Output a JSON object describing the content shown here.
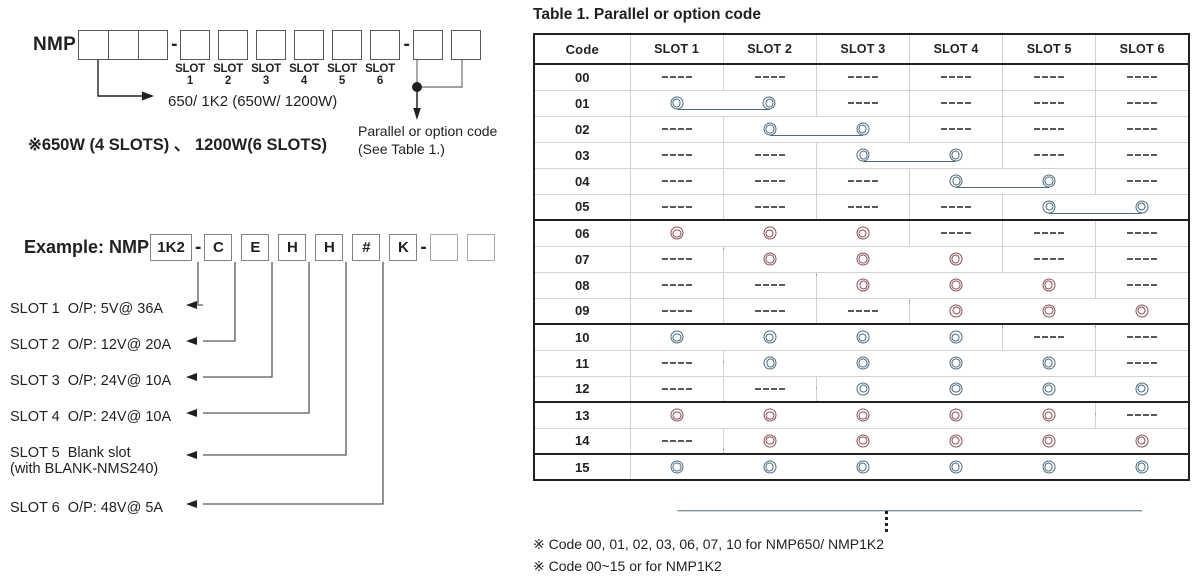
{
  "model_string": {
    "prefix": "NMP",
    "power_boxes": [
      "",
      "",
      ""
    ],
    "separator": "-",
    "slot_boxes": [
      "",
      "",
      "",
      "",
      "",
      ""
    ],
    "slot_labels": [
      "SLOT 1",
      "SLOT 2",
      "SLOT 3",
      "SLOT 4",
      "SLOT 5",
      "SLOT 6"
    ],
    "option_boxes": [
      "",
      ""
    ],
    "power_note": "650/ 1K2 (650W/ 1200W)",
    "option_note_line1": "Parallel or option code",
    "option_note_line2": "(See Table 1.)",
    "slots_note": "※650W (4 SLOTS) 、 1200W(6 SLOTS)"
  },
  "example": {
    "label": "Example: NMP",
    "power_code": "1K2",
    "separator1": "-",
    "slot_codes": [
      "C",
      "E",
      "H",
      "H",
      "#",
      "K"
    ],
    "separator2": "-",
    "option_codes": [
      "",
      ""
    ],
    "descriptions": [
      {
        "slot": "SLOT 1",
        "text": "O/P: 5V@ 36A",
        "sub": ""
      },
      {
        "slot": "SLOT 2",
        "text": "O/P: 12V@ 20A",
        "sub": ""
      },
      {
        "slot": "SLOT 3",
        "text": "O/P: 24V@ 10A",
        "sub": ""
      },
      {
        "slot": "SLOT 4",
        "text": "O/P: 24V@ 10A",
        "sub": ""
      },
      {
        "slot": "SLOT 5",
        "text": "Blank slot",
        "sub": "(with BLANK-NMS240)"
      },
      {
        "slot": "SLOT 6",
        "text": "O/P: 48V@ 5A",
        "sub": ""
      }
    ]
  },
  "table": {
    "title": "Table 1. Parallel or option code",
    "headers": [
      "Code",
      "SLOT 1",
      "SLOT 2",
      "SLOT 3",
      "SLOT 4",
      "SLOT 5",
      "SLOT 6"
    ],
    "placeholder": "-----",
    "colors": {
      "blue": "#a8dcf5",
      "pink": "#f4b9bd"
    },
    "rows": [
      {
        "code": "00",
        "start": 0,
        "span": 0,
        "color": "",
        "group_end": false
      },
      {
        "code": "01",
        "start": 1,
        "span": 2,
        "color": "blue",
        "group_end": false
      },
      {
        "code": "02",
        "start": 2,
        "span": 2,
        "color": "blue",
        "group_end": false
      },
      {
        "code": "03",
        "start": 3,
        "span": 2,
        "color": "blue",
        "group_end": false
      },
      {
        "code": "04",
        "start": 4,
        "span": 2,
        "color": "blue",
        "group_end": false
      },
      {
        "code": "05",
        "start": 5,
        "span": 2,
        "color": "blue",
        "group_end": true
      },
      {
        "code": "06",
        "start": 1,
        "span": 3,
        "color": "pink",
        "group_end": false
      },
      {
        "code": "07",
        "start": 2,
        "span": 3,
        "color": "pink",
        "group_end": false
      },
      {
        "code": "08",
        "start": 3,
        "span": 3,
        "color": "pink",
        "group_end": false
      },
      {
        "code": "09",
        "start": 4,
        "span": 3,
        "color": "pink",
        "group_end": true
      },
      {
        "code": "10",
        "start": 1,
        "span": 4,
        "color": "blue",
        "group_end": false
      },
      {
        "code": "11",
        "start": 2,
        "span": 4,
        "color": "blue",
        "group_end": false
      },
      {
        "code": "12",
        "start": 3,
        "span": 4,
        "color": "blue",
        "group_end": true
      },
      {
        "code": "13",
        "start": 1,
        "span": 5,
        "color": "pink",
        "group_end": false
      },
      {
        "code": "14",
        "start": 2,
        "span": 5,
        "color": "pink",
        "group_end": true
      },
      {
        "code": "15",
        "start": 1,
        "span": 6,
        "color": "blue",
        "group_end": true
      }
    ]
  },
  "footnotes": [
    "※  Code 00, 01, 02, 03, 06, 07, 10 for NMP650/ NMP1K2",
    "※  Code 00~15 or for NMP1K2"
  ]
}
